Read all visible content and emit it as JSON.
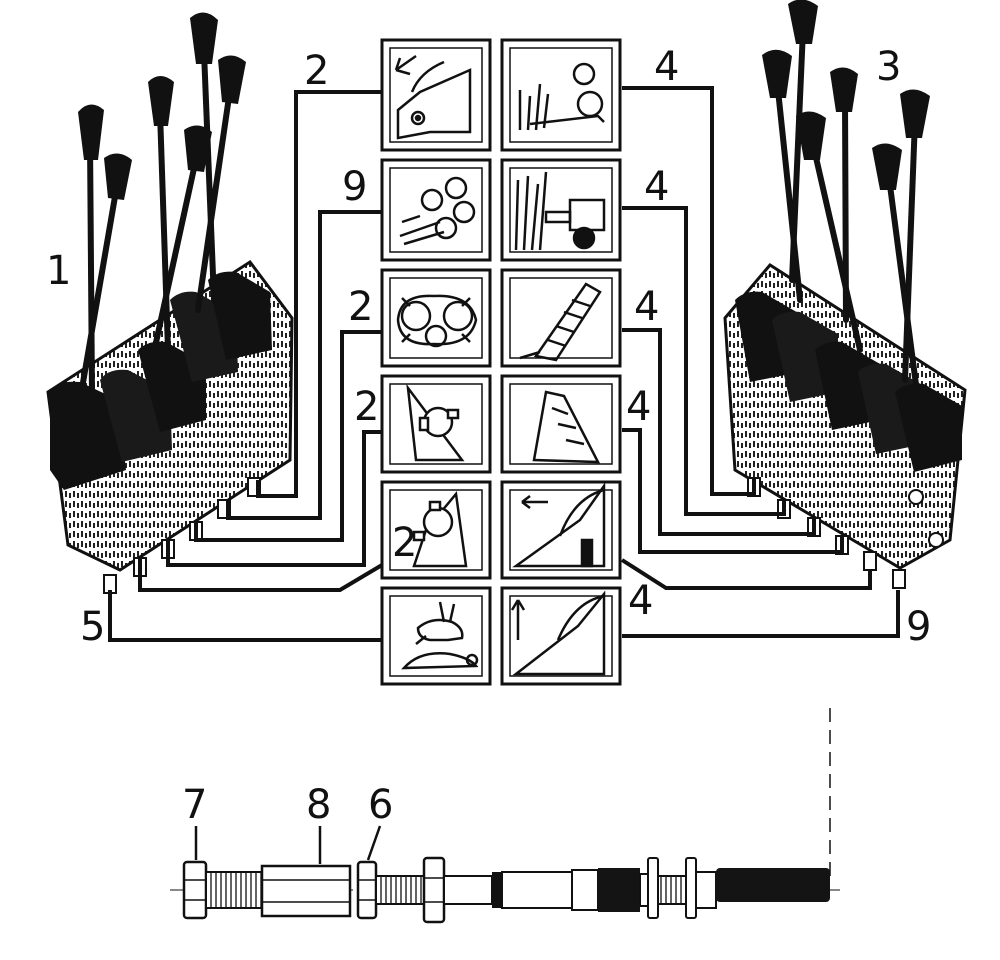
{
  "diagram": {
    "left_bank_number": "1",
    "right_bank_number": "3",
    "left_leader_labels": [
      "2",
      "9",
      "2",
      "2",
      "2",
      "5"
    ],
    "right_leader_labels": [
      "4",
      "4",
      "4",
      "4",
      "4",
      "9"
    ],
    "left_icons": [
      {
        "icon": "tilt-gate-icon"
      },
      {
        "icon": "rollers-icon"
      },
      {
        "icon": "split-rollers-icon"
      },
      {
        "icon": "rotor-left-icon"
      },
      {
        "icon": "rotor-right-icon"
      },
      {
        "icon": "hare-tortoise-speed-icon"
      }
    ],
    "right_icons": [
      {
        "icon": "cane-feed-icon"
      },
      {
        "icon": "cane-cutter-icon"
      },
      {
        "icon": "elevator-raise-icon"
      },
      {
        "icon": "elevator-slew-icon"
      },
      {
        "icon": "bucket-back-icon"
      },
      {
        "icon": "bucket-lift-icon"
      }
    ]
  },
  "cable_detail": {
    "labels": [
      "7",
      "8",
      "6"
    ]
  },
  "colors": {
    "ink": "#111111",
    "paper": "#ffffff",
    "cable_dark": "#141414"
  }
}
